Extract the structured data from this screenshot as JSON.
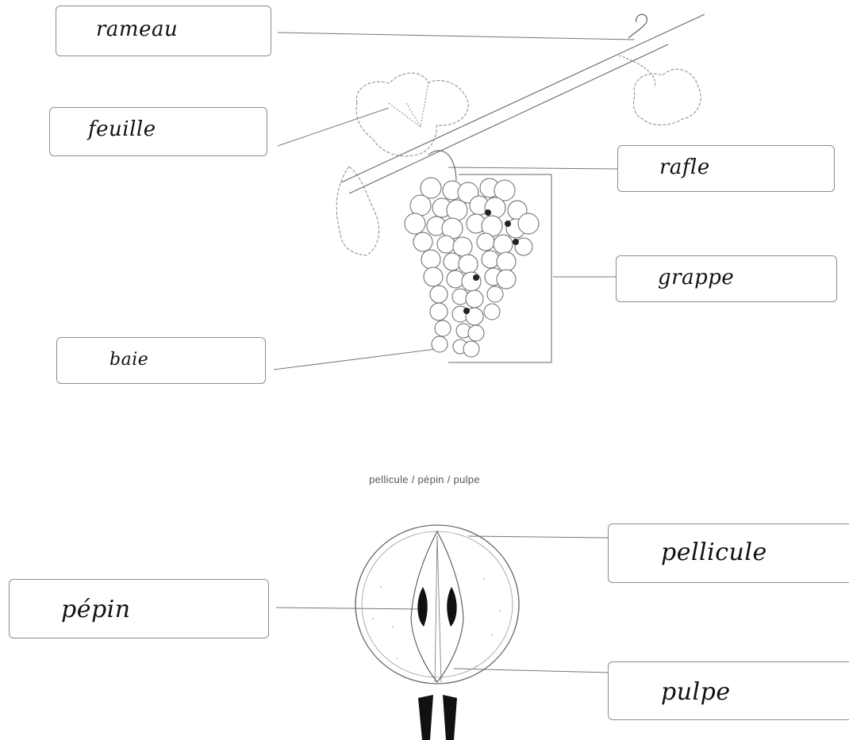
{
  "vine_labels": {
    "rameau": "rameau",
    "feuille": "feuille",
    "rafle": "rafle",
    "grappe": "grappe",
    "baie": "baie"
  },
  "berry_word_list": "pellicule / pépin / pulpe",
  "berry_labels": {
    "pellicule": "pellicule",
    "pepin": "pépin",
    "pulpe": "pulpe"
  }
}
